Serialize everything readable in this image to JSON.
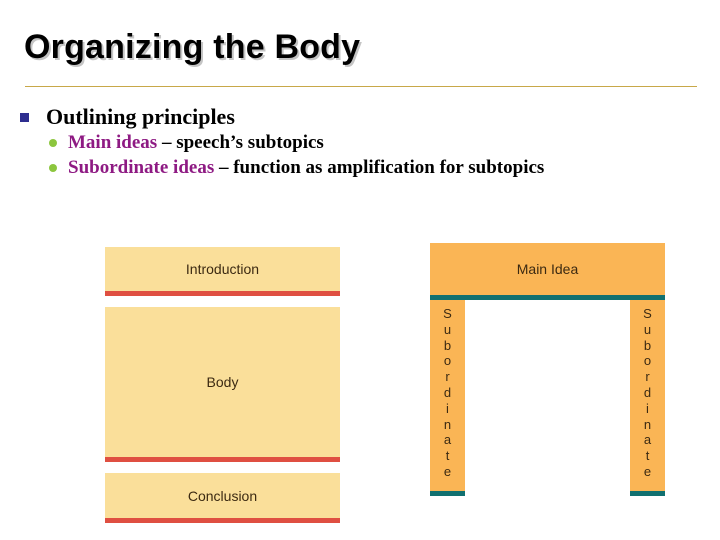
{
  "slide": {
    "title": "Organizing the Body",
    "bullets": {
      "level1": "Outlining principles",
      "level2": [
        {
          "keyword": "Main ideas",
          "rest": " – speech’s subtopics"
        },
        {
          "keyword": "Subordinate ideas",
          "rest": " – function as amplification for subtopics"
        }
      ]
    },
    "diagram_left": {
      "boxes": [
        {
          "label": "Introduction"
        },
        {
          "label": "Body"
        },
        {
          "label": "Conclusion"
        }
      ]
    },
    "diagram_right": {
      "header": "Main Idea",
      "legs": [
        {
          "label": "Subordinate"
        },
        {
          "label": "Subordinate"
        }
      ]
    },
    "colors": {
      "title_text": "#000000",
      "rule": "#c8a849",
      "square_bullet": "#2e2e8f",
      "dot_bullet": "#8cc63e",
      "keyword": "#8e1a83",
      "box_yellow": "#fadf9a",
      "bar_red": "#df4f41",
      "box_orange": "#fab555",
      "bar_teal": "#117070",
      "background": "#ffffff"
    }
  }
}
